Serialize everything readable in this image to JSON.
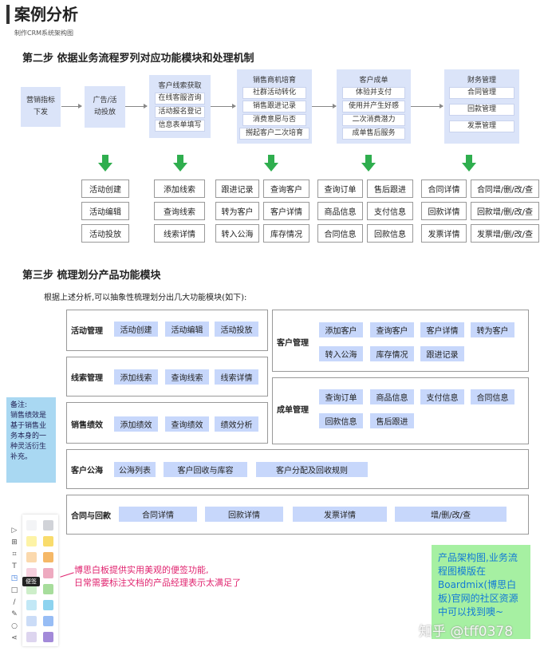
{
  "header": {
    "title": "案例分析",
    "subtitle": "制作CRM系统架构图"
  },
  "step2": {
    "heading": "第二步 依据业务流程罗列对应功能模块和处理机制",
    "flow": [
      {
        "title": "营销指标下发",
        "items": []
      },
      {
        "title": "广告/活动投放",
        "items": []
      },
      {
        "title": "客户线索获取",
        "items": [
          "在线客服咨询",
          "活动报名登记",
          "信息表单填写"
        ]
      },
      {
        "title": "销售商机培育",
        "items": [
          "社群活动转化",
          "销售跟进记录",
          "消费意愿与否",
          "撈起客户二次培育"
        ]
      },
      {
        "title": "客户成单",
        "items": [
          "体验并支付",
          "使用并产生好感",
          "二次消费潜力",
          "成单售后服务"
        ]
      },
      {
        "title": "财务管理",
        "items": [
          "合同管理",
          "回款管理",
          "发票管理"
        ]
      }
    ],
    "functions": [
      [
        "活动创建",
        "活动编辑",
        "活动投放"
      ],
      [
        "添加线索",
        "查询线索",
        "线索详情"
      ],
      [
        "跟进记录",
        "转为客户",
        "转入公海"
      ],
      [
        "查询客户",
        "客户详情",
        "库存情况"
      ],
      [
        "查询订单",
        "商品信息",
        "合同信息"
      ],
      [
        "售后跟进",
        "支付信息",
        "回款信息"
      ],
      [
        "合同详情",
        "回款详情",
        "发票详情"
      ],
      [
        "合同增/删/改/查",
        "回款增/删/改/查",
        "发票增/删/改/查"
      ]
    ]
  },
  "step3": {
    "heading": "第三步 梳理划分产品功能模块",
    "intro": "根据上述分析,可以抽象性梳理划分出几大功能模块(如下):",
    "modules": {
      "activity": {
        "label": "活动管理",
        "chips": [
          "活动创建",
          "活动编辑",
          "活动投放"
        ]
      },
      "leads": {
        "label": "线索管理",
        "chips": [
          "添加线索",
          "查询线索",
          "线索详情"
        ]
      },
      "performance": {
        "label": "销售绩效",
        "chips": [
          "添加绩效",
          "查询绩效",
          "绩效分析"
        ]
      },
      "customer": {
        "label": "客户管理",
        "chips": [
          "添加客户",
          "查询客户",
          "客户详情",
          "转为客户",
          "转入公海",
          "库存情况",
          "跟进记录"
        ]
      },
      "order": {
        "label": "成单管理",
        "chips": [
          "查询订单",
          "商品信息",
          "支付信息",
          "合同信息",
          "回款信息",
          "售后跟进"
        ]
      },
      "pool": {
        "label": "客户公海",
        "chips": [
          "公海列表",
          "客户回收与库容",
          "客户分配及回收规则"
        ]
      },
      "contract": {
        "label": "合同与回款",
        "chips": [
          "合同详情",
          "回款详情",
          "发票详情",
          "增/删/改/查"
        ]
      }
    }
  },
  "sticky_note": "备注:\n销售绩效是基于销售业务本身的一种灵活衍生补充。",
  "annotation": [
    "博思白板提供实用美观的便签功能,",
    "日常需要标注文档的产品经理表示太满足了"
  ],
  "green_note": "产品架构图,业务流程图模版在Boardmix(博思白板)官网的社区资源中可以找到噢~",
  "toolbar": {
    "tooltip": "便签",
    "tools": [
      "select-icon",
      "frame-icon",
      "crop-icon",
      "text-icon",
      "sticky-icon",
      "rect-icon",
      "line-icon",
      "pen-icon",
      "circle-icon",
      "share-icon"
    ],
    "swatches": [
      "#f3f4f6",
      "#d1d3d8",
      "#fdf3a6",
      "#f9dc6c",
      "#fbd9ad",
      "#f5b867",
      "#f6d0de",
      "#eeaac0",
      "#cdeec9",
      "#a7dd9c",
      "#c2e8f6",
      "#8dd3ef",
      "#cbdcf7",
      "#97bdf5",
      "#ddd5ef",
      "#a38ad9"
    ]
  },
  "watermark": "知乎 @tff0378",
  "colors": {
    "flow_bg": "#dbe4f9",
    "chip": "#c7d7fb",
    "arrow": "#2fae4e",
    "sticky": "#a9d8f2",
    "green_note": "#a6f0a2",
    "annotation": "#e0246f"
  }
}
